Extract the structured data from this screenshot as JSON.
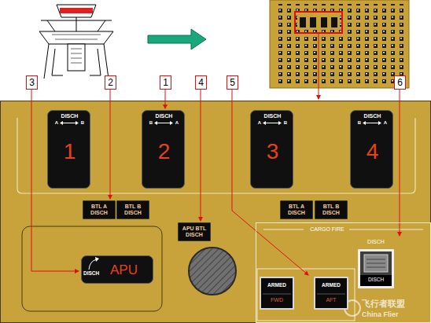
{
  "diagram": {
    "nodes": [
      {
        "text": [
          "DISCH",
          "A",
          "B",
          "1"
        ]
      },
      {
        "text": [
          "DISCH",
          "B",
          "A",
          "2"
        ]
      },
      {
        "text": [
          "DISCH",
          "A",
          "B",
          "3"
        ]
      },
      {
        "text": [
          "DISCH",
          "B",
          "A",
          "4"
        ]
      },
      {
        "text": [
          "BTL A DISCH"
        ]
      },
      {
        "text": [
          "BTL B DISCH"
        ]
      },
      {
        "text": [
          "BTL A DISCH"
        ]
      },
      {
        "text": [
          "BTL B DISCH"
        ]
      },
      {
        "text": [
          "APU BTL DISCH"
        ]
      },
      {
        "text": [
          "DISCH",
          "APU"
        ]
      },
      {
        "text": [
          "CARGO FIRE"
        ]
      },
      {
        "text": [
          "DISCH",
          "DISCH"
        ],
        "in": 10
      },
      {
        "text": [
          "ARMED",
          "FWD"
        ],
        "in": 10
      },
      {
        "text": [
          "ARMED",
          "AFT"
        ],
        "in": 10
      }
    ],
    "labels": [
      "3",
      "2",
      "1",
      "4",
      "5",
      "6",
      "飞行者联盟",
      "China Flier"
    ]
  }
}
